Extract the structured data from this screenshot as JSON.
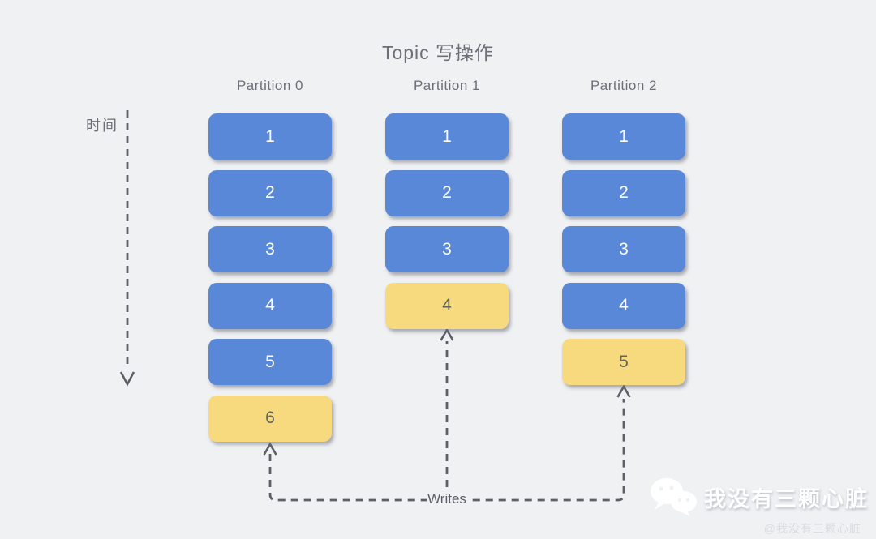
{
  "title": "Topic 写操作",
  "time_label": "时间",
  "writes_label": "Writes",
  "partitions": [
    {
      "label": "Partition 0",
      "blocks": [
        {
          "value": "1",
          "type": "committed"
        },
        {
          "value": "2",
          "type": "committed"
        },
        {
          "value": "3",
          "type": "committed"
        },
        {
          "value": "4",
          "type": "committed"
        },
        {
          "value": "5",
          "type": "committed"
        },
        {
          "value": "6",
          "type": "new"
        }
      ]
    },
    {
      "label": "Partition 1",
      "blocks": [
        {
          "value": "1",
          "type": "committed"
        },
        {
          "value": "2",
          "type": "committed"
        },
        {
          "value": "3",
          "type": "committed"
        },
        {
          "value": "4",
          "type": "new"
        }
      ]
    },
    {
      "label": "Partition 2",
      "blocks": [
        {
          "value": "1",
          "type": "committed"
        },
        {
          "value": "2",
          "type": "committed"
        },
        {
          "value": "3",
          "type": "committed"
        },
        {
          "value": "4",
          "type": "committed"
        },
        {
          "value": "5",
          "type": "new"
        }
      ]
    }
  ],
  "watermark": {
    "name": "我没有三颗心脏",
    "handle": "@我没有三颗心脏"
  },
  "colors": {
    "background": "#F0F1F3",
    "block_blue": "#5A88D8",
    "block_yellow": "#F7D97E",
    "label_gray": "#6C6F77",
    "line_gray": "#5C5F66"
  }
}
